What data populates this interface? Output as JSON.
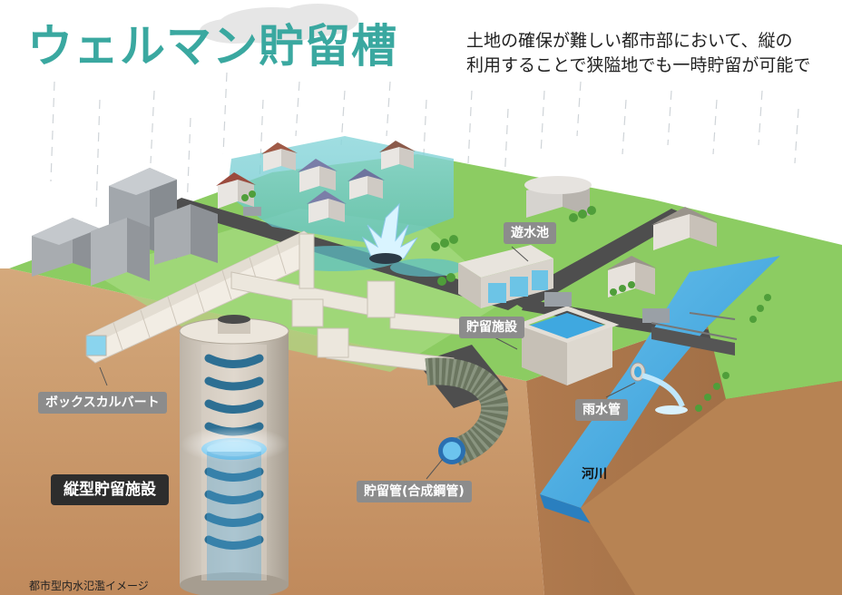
{
  "header": {
    "title": "ウェルマン貯留槽",
    "description_lines": [
      "土地の確保が難しい都市部において、縦の",
      "利用することで狭隘地でも一時貯留が可能で"
    ]
  },
  "labels": {
    "yusuichi": "遊水池",
    "chouryu_shisetsu": "貯留施設",
    "box_culvert": "ボックスカルバート",
    "tategata": "縦型貯留施設",
    "chouryu_kan": "貯留管(合成鋼管)",
    "usui_kan": "雨水管",
    "kasen": "河川"
  },
  "caption": "都市型内水氾濫イメージ",
  "colors": {
    "title": "#3aa8a0",
    "grass": "#7cc25a",
    "earth": "#c9976a",
    "water": "#3fa8e0",
    "road": "#555555",
    "label_bg": "#8c8c8c",
    "label_dark_bg": "#2d2d2d"
  }
}
